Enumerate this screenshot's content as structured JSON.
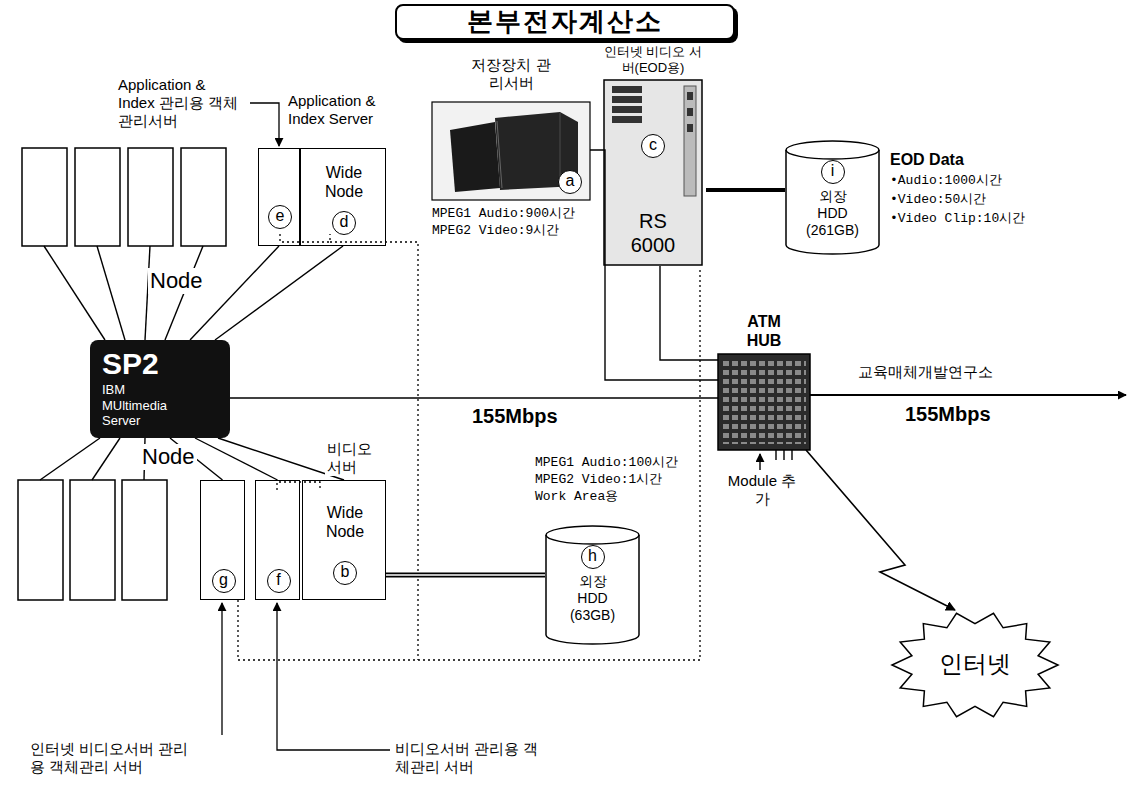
{
  "diagram": {
    "title": "본부전자계산소",
    "nodes": [
      {
        "text": [
          "e"
        ]
      },
      {
        "text": [
          "Wide Node",
          "d"
        ]
      },
      {
        "text": [
          "저장장치 관리서버",
          "a"
        ]
      },
      {
        "text": [
          "인터넷 비디오 서버(EOD용)",
          "c",
          "RS 6000"
        ]
      },
      {
        "text": [
          "i",
          "외장 HDD (261GB)"
        ]
      },
      {
        "text": [
          "ATM HUB"
        ]
      },
      {
        "text": [
          "SP2",
          "IBM MUltimedia Server"
        ]
      },
      {
        "text": [
          "g"
        ]
      },
      {
        "text": [
          "f"
        ]
      },
      {
        "text": [
          "Wide Node",
          "b"
        ]
      },
      {
        "text": [
          "h",
          "외장 HDD (63GB)"
        ]
      },
      {
        "text": [
          "인터넷"
        ]
      }
    ],
    "edges": [
      {
        "from": 6,
        "to": 0,
        "arrow": "none"
      },
      {
        "from": 6,
        "to": 1,
        "arrow": "none"
      },
      {
        "from": 6,
        "to": 5,
        "arrow": "none",
        "label": "155Mbps"
      },
      {
        "from": 2,
        "to": 5,
        "arrow": "none"
      },
      {
        "from": 3,
        "to": 4,
        "arrow": "none"
      },
      {
        "from": 3,
        "to": 5,
        "arrow": "none"
      },
      {
        "from": 6,
        "to": 7,
        "arrow": "none"
      },
      {
        "from": 6,
        "to": 8,
        "arrow": "none"
      },
      {
        "from": 6,
        "to": 9,
        "arrow": "none"
      },
      {
        "from": 9,
        "to": 10,
        "arrow": "none"
      },
      {
        "from": 5,
        "to": 11,
        "arrow": "to"
      }
    ],
    "labels": [
      "Application & Index 관리용 객체관리서버",
      "Application & Index Server",
      "Node",
      "MPEG1 Audio:900시간",
      "MPEG2 Video:9시간",
      "EOD Data",
      "•Audio:1000시간",
      "•Video:50시간",
      "•Video Clip:10시간",
      "교육매체개발연구소",
      "155Mbps",
      "Module 추가",
      "비디오 서버",
      "MPEG1 Audio:100시간",
      "MPEG2 Video:1시간",
      "Work Area용",
      "Node",
      "인터넷 비디오서버 관리용 객체관리 서버",
      "비디오서버 관리용 객체관리 서버"
    ]
  }
}
